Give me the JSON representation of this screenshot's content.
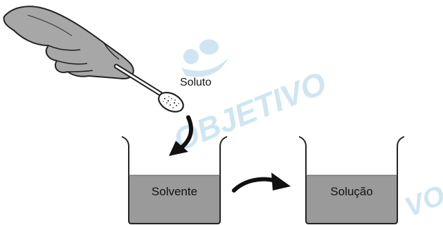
{
  "labels": {
    "solute": "Soluto",
    "solvent": "Solvente",
    "solution": "Solução"
  },
  "watermark": {
    "text": "OBJETIVO",
    "text_tail": "VO",
    "color": "#cfe6f2"
  },
  "colors": {
    "liquid": "#9a9a9a",
    "outline": "#222222",
    "hand": "#a7a7a7"
  },
  "icons": [
    "hand-icon",
    "spoon-icon",
    "beaker-icon",
    "curved-arrow-icon"
  ]
}
